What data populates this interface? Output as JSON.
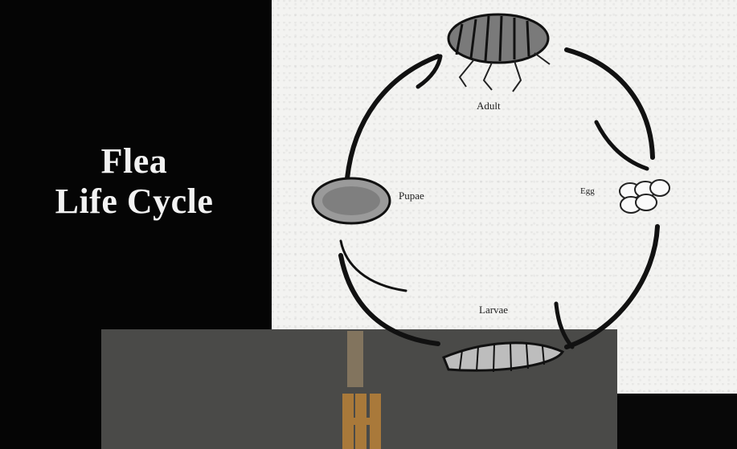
{
  "title": {
    "line1": "Flea",
    "line2": "Life Cycle"
  },
  "stages": {
    "adult": "Adult",
    "egg": "Egg",
    "larvae": "Larvae",
    "pupae": "Pupae"
  },
  "colors": {
    "background": "#050505",
    "panel": "#f3f3f1",
    "band": "#4a4a48",
    "logo": "#a9793a"
  },
  "icons": [
    "flea-adult-icon",
    "egg-cluster-icon",
    "larva-icon",
    "pupa-cocoon-icon",
    "watermark-logo"
  ]
}
